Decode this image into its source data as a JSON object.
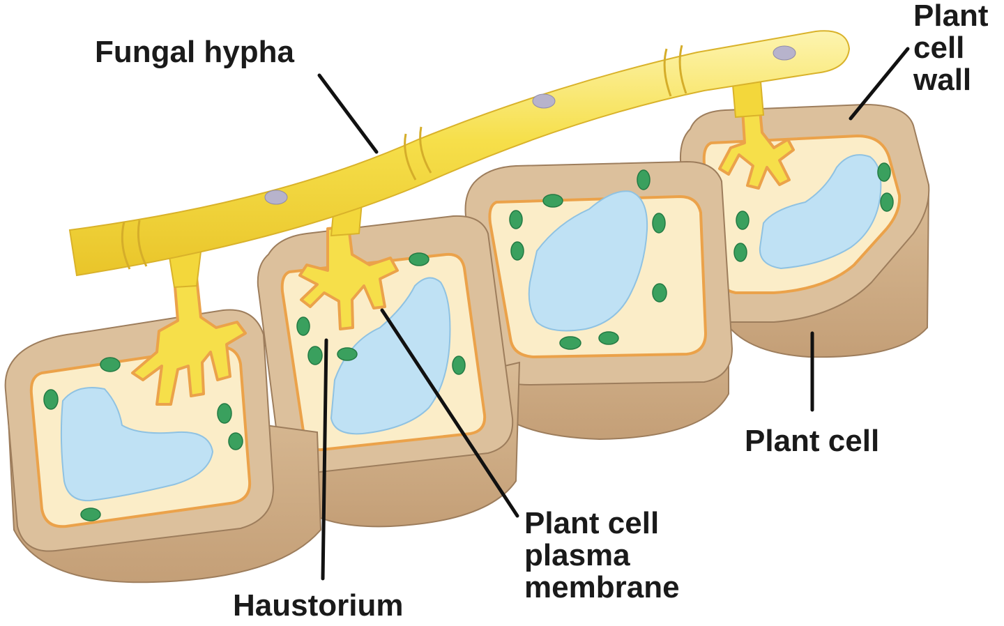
{
  "labels": {
    "fungal_hypha": "Fungal hypha",
    "plant_cell_wall": [
      "Plant",
      "cell",
      "wall"
    ],
    "plant_cell": "Plant cell",
    "plasma_membrane": [
      "Plant cell",
      "plasma",
      "membrane"
    ],
    "haustorium": "Haustorium"
  },
  "colors": {
    "hypha": "#f2d63c",
    "hypha_light": "#fbee9a",
    "cell_wall": "#dcc09c",
    "cell_wall_side": "#caa983",
    "cytoplasm": "#fbedc8",
    "membrane": "#eba24a",
    "vacuole": "#bfe1f4",
    "chloroplast": "#3aa05e",
    "nucleus": "#b7b3cc"
  }
}
